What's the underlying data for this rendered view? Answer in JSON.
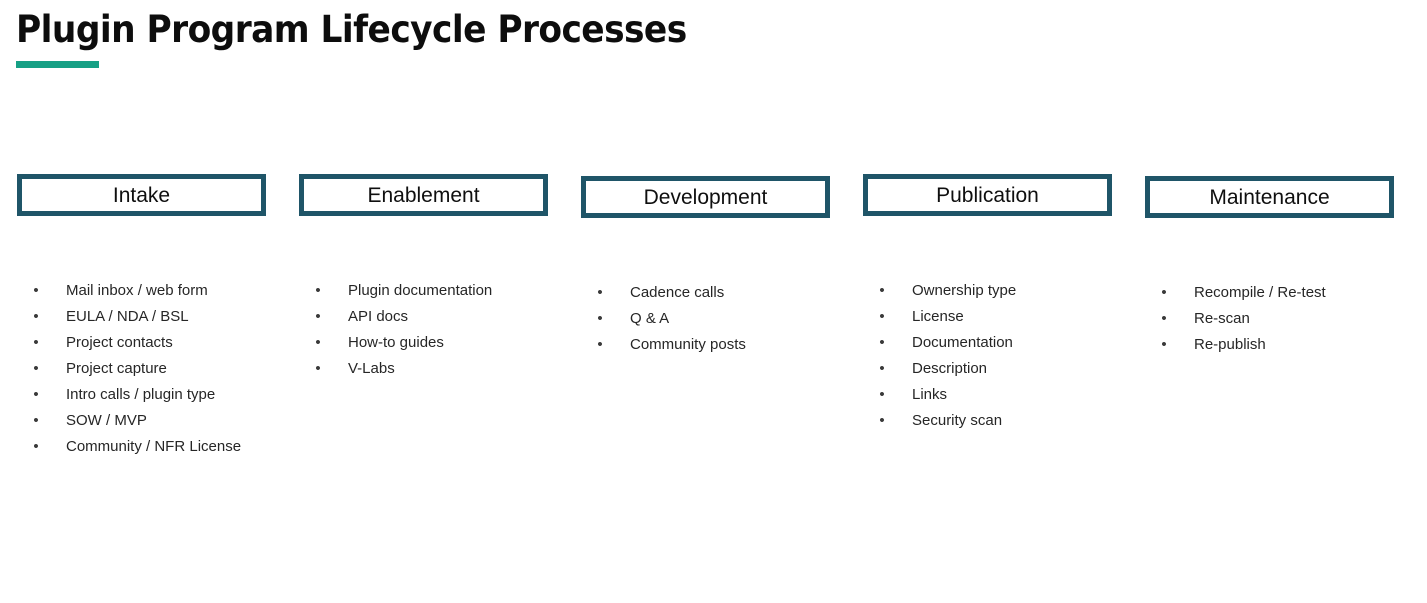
{
  "title": {
    "text": "Plugin Program Lifecycle Processes",
    "accent_color": "#16a085"
  },
  "theme": {
    "box_border_color": "#1f5568",
    "box_fill_color": "#ffffff",
    "background_color": "#ffffff",
    "title_color": "#0d0d0d",
    "body_text_color": "#262626"
  },
  "bullet_glyph": "•",
  "stages": [
    {
      "header": "Intake",
      "items": [
        "Mail inbox / web form",
        "EULA / NDA / BSL",
        "Project contacts",
        "Project capture",
        "Intro calls / plugin type",
        "SOW / MVP",
        "Community / NFR License"
      ]
    },
    {
      "header": "Enablement",
      "items": [
        "Plugin documentation",
        "API docs",
        "How-to guides",
        "V-Labs"
      ]
    },
    {
      "header": "Development",
      "items": [
        "Cadence calls",
        "Q & A",
        "Community posts"
      ]
    },
    {
      "header": "Publication",
      "items": [
        "Ownership type",
        "License",
        "Documentation",
        "Description",
        "Links",
        "Security scan"
      ]
    },
    {
      "header": "Maintenance",
      "items": [
        "Recompile / Re-test",
        "Re-scan",
        "Re-publish"
      ]
    }
  ]
}
